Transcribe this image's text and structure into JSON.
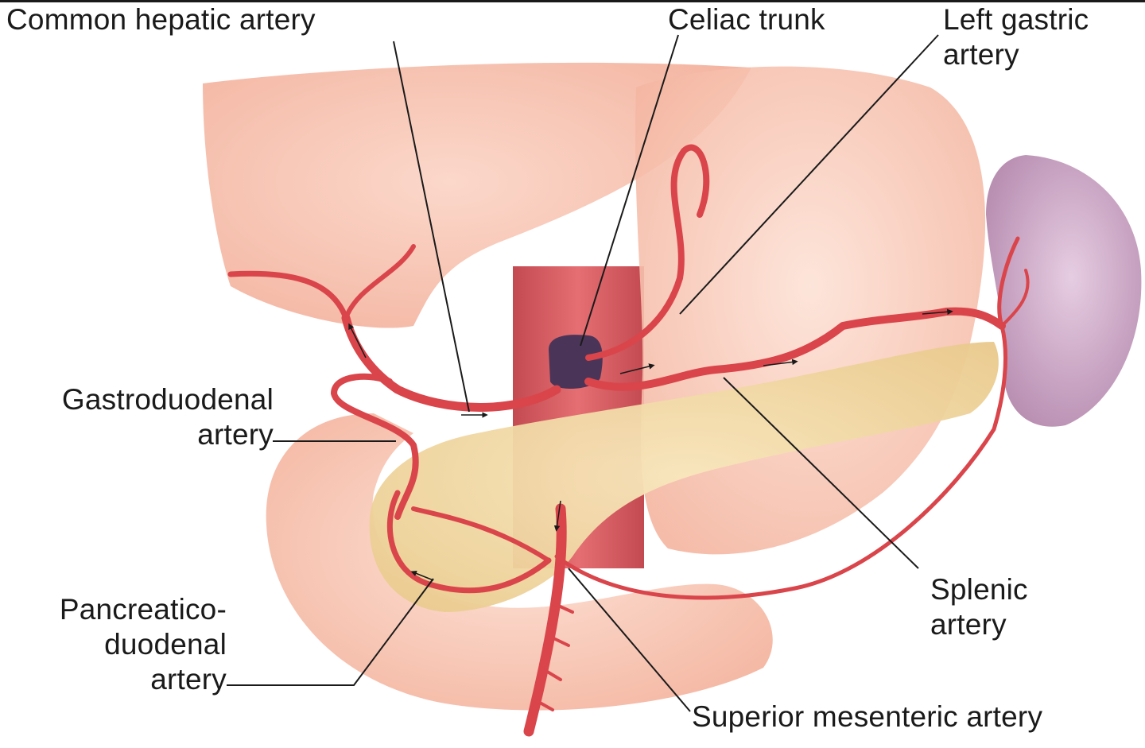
{
  "labels": {
    "common_hepatic": "Common hepatic artery",
    "celiac": "Celiac trunk",
    "left_gastric": [
      "Left gastric",
      "artery"
    ],
    "gastroduodenal": [
      "Gastroduodenal",
      "artery"
    ],
    "pancreaticoduodenal": [
      "Pancreatico-",
      "duodenal",
      "artery"
    ],
    "splenic": [
      "Splenic",
      "artery"
    ],
    "sma": "Superior mesenteric artery"
  },
  "colors": {
    "organ": "#f6b8a4",
    "organ_light": "#fbd8ca",
    "artery": "#d9454a",
    "aorta": "#c8333a",
    "pancreas": "#f3dba2",
    "spleen": "#c9a3c3",
    "celiac": "#4a3558"
  }
}
